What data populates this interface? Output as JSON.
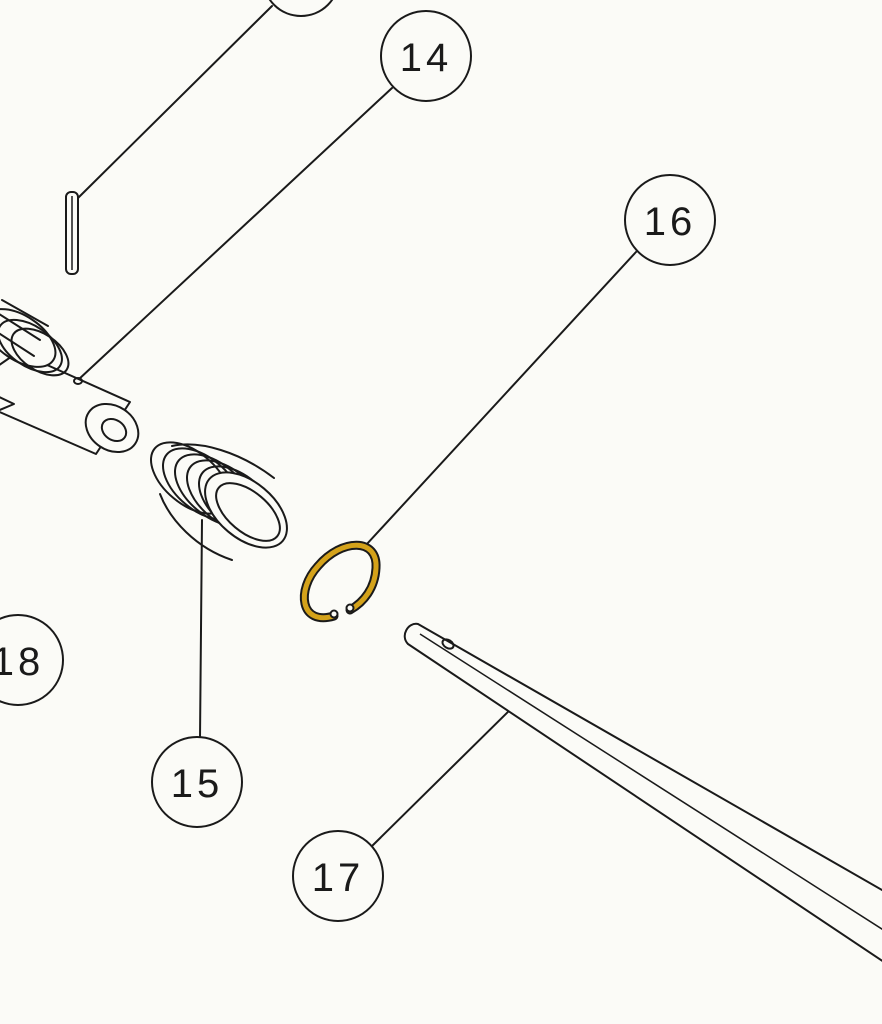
{
  "callouts": {
    "c13": "",
    "c14": "14",
    "c15": "15",
    "c16": "16",
    "c17": "17",
    "c18": "18"
  },
  "parts": {
    "pin": "roll-pin",
    "shaft": "threaded-shaft",
    "spring": "coil-spring",
    "ring": "retaining-ring",
    "rod": "push-rod"
  },
  "colors": {
    "ink": "#1a1a1a",
    "paper": "#fbfbf7",
    "ring_accent": "#d4a21a"
  }
}
